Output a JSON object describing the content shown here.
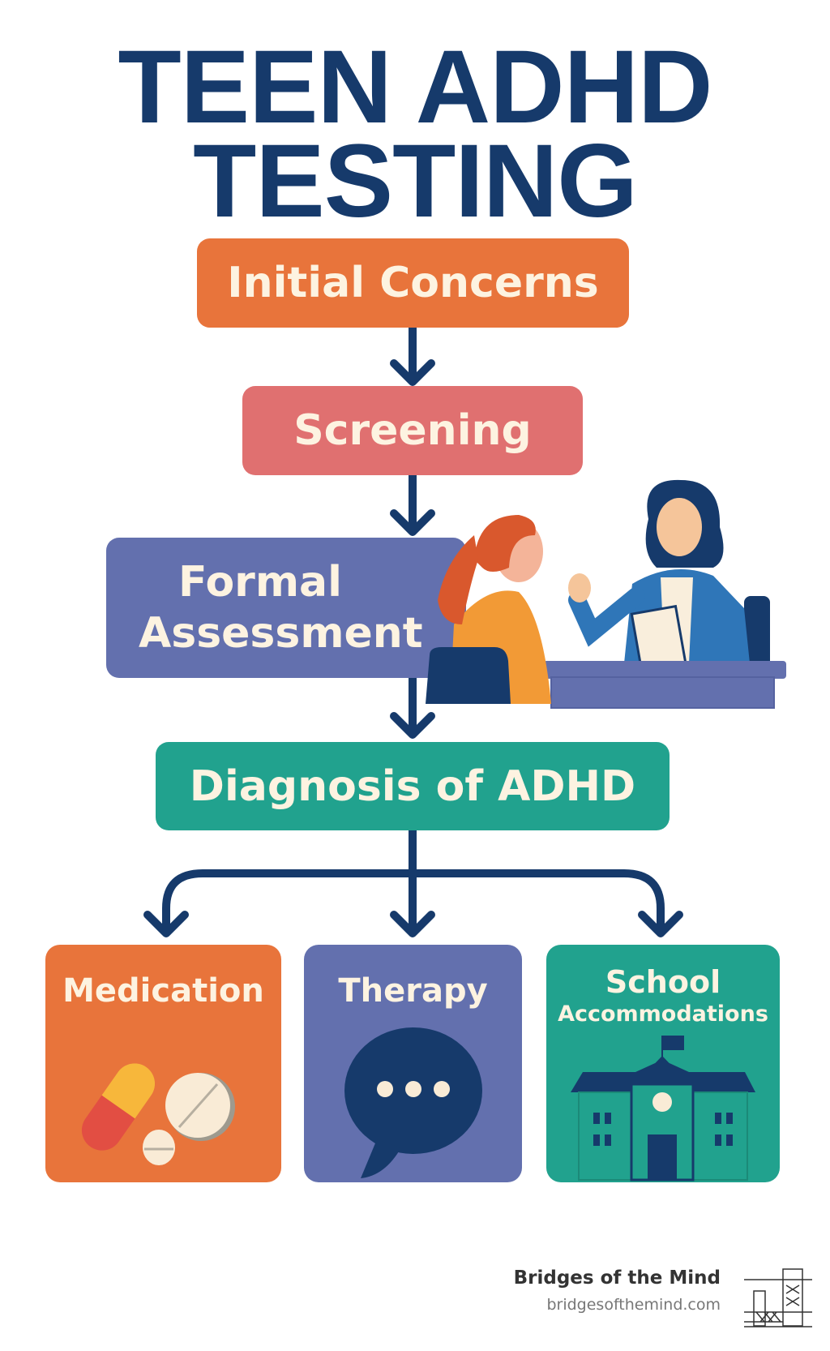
{
  "title": {
    "line1": "TEEN ADHD",
    "line2": "TESTING"
  },
  "steps": [
    {
      "label": "Initial Concerns",
      "color": "#E8743B"
    },
    {
      "label": "Screening",
      "color": "#E07070"
    },
    {
      "label": "Formal Assessment",
      "color": "#6370AE"
    },
    {
      "label": "Diagnosis of ADHD",
      "color": "#21A28E"
    }
  ],
  "outcomes": [
    {
      "label": "Medication",
      "color": "#E8743B",
      "icon": "pills-icon"
    },
    {
      "label": "Therapy",
      "color": "#6370AE",
      "icon": "speech-bubble-icon"
    },
    {
      "label": "School",
      "sublabel": "Accommodations",
      "color": "#21A28E",
      "icon": "school-building-icon"
    }
  ],
  "footer": {
    "name": "Bridges of the Mind",
    "url": "bridgesofthemind.com"
  },
  "colors": {
    "arrow": "#163A6B",
    "text_light": "#FDF3E1"
  }
}
